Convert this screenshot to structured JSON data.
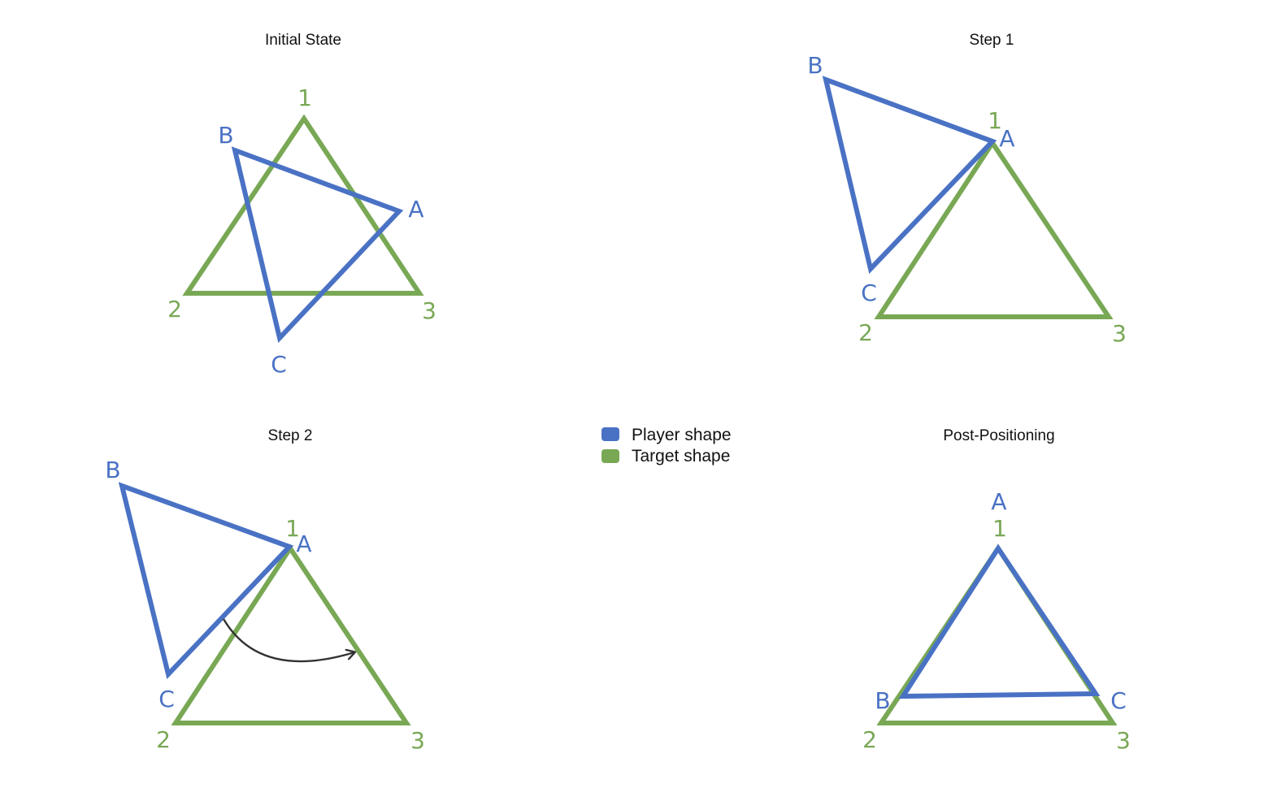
{
  "colors": {
    "player": "#4a72c4",
    "target": "#79a855",
    "arrow": "#333333"
  },
  "legend": {
    "player_label": "Player shape",
    "target_label": "Target shape"
  },
  "panels": [
    {
      "title": "Initial State",
      "target_labels": [
        "1",
        "2",
        "3"
      ],
      "player_labels": [
        "A",
        "B",
        "C"
      ]
    },
    {
      "title": "Step 1",
      "target_labels": [
        "1",
        "2",
        "3"
      ],
      "player_labels": [
        "A",
        "B",
        "C"
      ]
    },
    {
      "title": "Step 2",
      "target_labels": [
        "1",
        "2",
        "3"
      ],
      "player_labels": [
        "A",
        "B",
        "C"
      ],
      "rotation_arrow": "arrow-icon"
    },
    {
      "title": "Post-Positioning",
      "target_labels": [
        "1",
        "2",
        "3"
      ],
      "player_labels": [
        "A",
        "B",
        "C"
      ]
    }
  ]
}
